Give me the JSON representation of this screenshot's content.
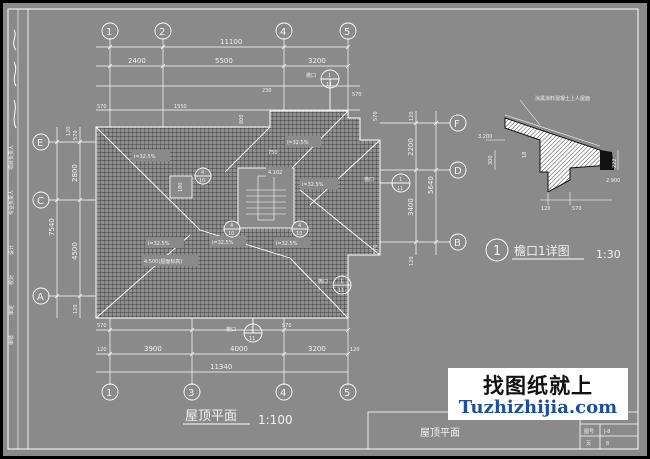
{
  "sheet": {
    "title_main": "屋顶平面",
    "title_scale": "1:100",
    "titleblock_name": "屋顶平面",
    "titleblock_label_1": "图号",
    "titleblock_value_1": "J-8",
    "titleblock_label_2": "页",
    "titleblock_value_2": "8"
  },
  "side_strip_labels": [
    "审核",
    "审定",
    "校对",
    "设计",
    "专业负责人",
    "项目负责人"
  ],
  "axes": {
    "top": [
      "1",
      "2",
      "4",
      "5"
    ],
    "bottom": [
      "1",
      "3",
      "4",
      "5"
    ],
    "left": [
      "E",
      "C",
      "A"
    ],
    "right": [
      "F",
      "D",
      "B"
    ]
  },
  "dims": {
    "top_total": "11100",
    "top_segments": [
      "2400",
      "5500",
      "3200"
    ],
    "top_small": [
      "570",
      "1550",
      "230",
      "800",
      "570"
    ],
    "bottom_total": "11340",
    "bottom_segments": [
      "3900",
      "4000",
      "3200"
    ],
    "bottom_small": [
      "570",
      "120",
      "120",
      "570"
    ],
    "left_total": "7540",
    "left_segments": [
      "2800",
      "4500"
    ],
    "left_small": [
      "570",
      "120",
      "120"
    ],
    "right_total": "5640",
    "right_segments": [
      "2200",
      "3400"
    ],
    "right_small": [
      "570",
      "120",
      "570",
      "120"
    ]
  },
  "plan_labels": {
    "slope_1": "i=32.5%",
    "slope_2": "i=32.5%",
    "slope_3": "i=32.5%",
    "slope_4": "i=32.5%",
    "slope_5": "i=32.5%",
    "slope_6": "i=32.5%",
    "elev_1": "4.500(屋面标高)",
    "elev_2": "4.102",
    "dim_750": "750",
    "dim_180": "180",
    "detail_num": "4",
    "detail_page": "10",
    "eave_label": "檐口",
    "eave_num": "1",
    "eave_page": "11"
  },
  "detail": {
    "number": "1",
    "title": "檐口1详图",
    "scale": "1:30",
    "note": "涂黑涂料混凝土上人屋面",
    "level_top": "3.200",
    "level_bottom": "2.900",
    "dims": [
      "300",
      "18",
      "222",
      "120",
      "570"
    ]
  },
  "watermark": {
    "cn": "找图纸就上",
    "en": "Tuzhizhijia.com"
  }
}
